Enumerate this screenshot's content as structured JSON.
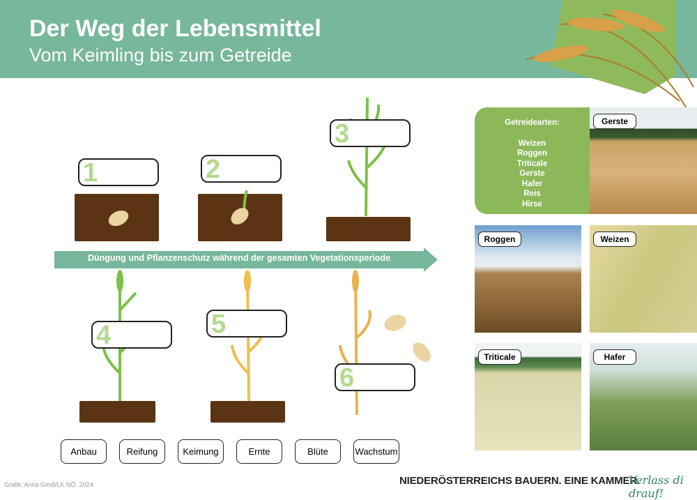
{
  "header": {
    "title": "Der Weg der Lebensmittel",
    "subtitle": "Vom Keimling bis zum Getreide"
  },
  "stages": [
    "1",
    "2",
    "3",
    "4",
    "5",
    "6"
  ],
  "arrow_text": "Düngung und Pflanzenschutz während der gesamten Vegetationsperiode",
  "words": [
    "Anbau",
    "Reifung",
    "Keimung",
    "Ernte",
    "Blüte",
    "Wachstum"
  ],
  "types": {
    "heading": "Getreidearten:",
    "items": [
      "Weizen",
      "Roggen",
      "Triticale",
      "Gerste",
      "Hafer",
      "Reis",
      "Hirse"
    ]
  },
  "photos": [
    "Gerste",
    "Roggen",
    "Weizen",
    "Triticale",
    "Hafer"
  ],
  "footer": {
    "credit": "Grafik: Anna Gindl/LK NÖ, 2024",
    "slogan": "NIEDERÖSTERREICHS BAUERN. EINE KAMMER.",
    "tagline": "Verlass di drauf!"
  },
  "colors": {
    "header": "#77b79b",
    "accent": "#8cb85a",
    "soil": "#5b3413"
  }
}
